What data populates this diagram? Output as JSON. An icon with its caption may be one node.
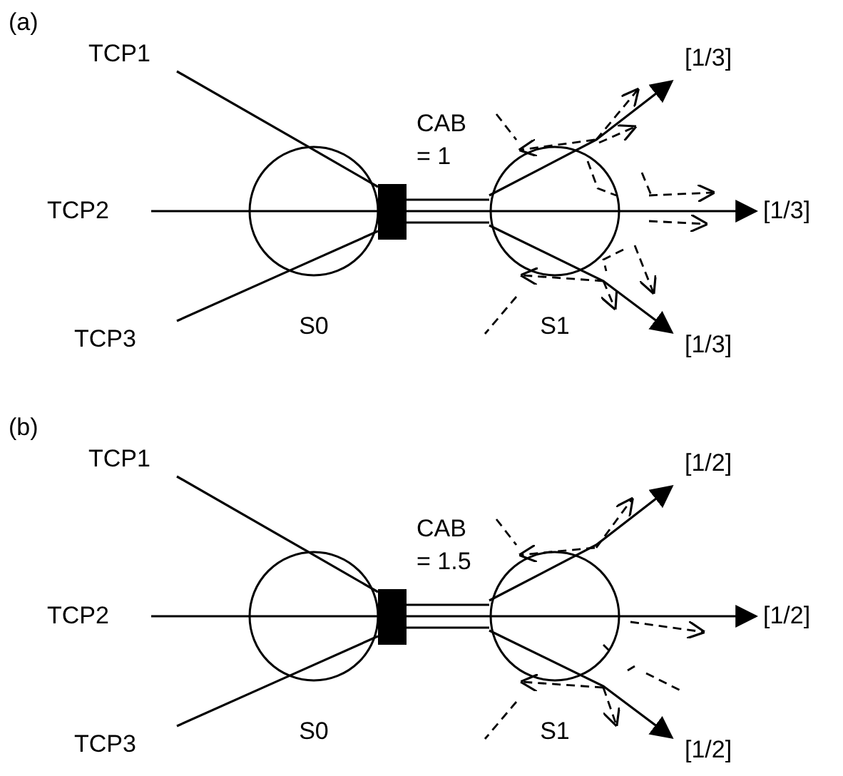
{
  "diagram": {
    "nodes": [
      {
        "text": [
          "TCP1"
        ]
      },
      {
        "text": [
          "TCP2"
        ]
      },
      {
        "text": [
          "TCP3"
        ]
      },
      {
        "text": [
          "S0"
        ]
      },
      {
        "text": [],
        "shape": "bar"
      },
      {
        "text": [
          "S1"
        ]
      },
      {
        "text": [
          "[1/3]"
        ]
      },
      {
        "text": [
          "[1/3]"
        ]
      },
      {
        "text": [
          "[1/3]"
        ]
      },
      {
        "text": [
          "TCP1"
        ]
      },
      {
        "text": [
          "TCP2"
        ]
      },
      {
        "text": [
          "TCP3"
        ]
      },
      {
        "text": [
          "S0"
        ]
      },
      {
        "text": [],
        "shape": "bar"
      },
      {
        "text": [
          "S1"
        ]
      },
      {
        "text": [
          "[1/2]"
        ]
      },
      {
        "text": [
          "[1/2]"
        ]
      },
      {
        "text": [
          "[1/2]"
        ]
      }
    ],
    "edges": [
      {
        "from": 0,
        "to": 3,
        "arrow": "none"
      },
      {
        "from": 1,
        "to": 3,
        "arrow": "none"
      },
      {
        "from": 2,
        "to": 3,
        "arrow": "none"
      },
      {
        "from": 4,
        "to": 5,
        "arrow": "none"
      },
      {
        "from": 4,
        "to": 5,
        "arrow": "none"
      },
      {
        "from": 4,
        "to": 5,
        "arrow": "none"
      },
      {
        "from": 5,
        "to": 6,
        "arrow": "to"
      },
      {
        "from": 5,
        "to": 7,
        "arrow": "to"
      },
      {
        "from": 5,
        "to": 8,
        "arrow": "to"
      },
      {
        "from": 9,
        "to": 12,
        "arrow": "none"
      },
      {
        "from": 10,
        "to": 12,
        "arrow": "none"
      },
      {
        "from": 11,
        "to": 12,
        "arrow": "none"
      },
      {
        "from": 13,
        "to": 14,
        "arrow": "none"
      },
      {
        "from": 13,
        "to": 14,
        "arrow": "none"
      },
      {
        "from": 13,
        "to": 14,
        "arrow": "none"
      },
      {
        "from": 14,
        "to": 15,
        "arrow": "to"
      },
      {
        "from": 14,
        "to": 16,
        "arrow": "to"
      },
      {
        "from": 14,
        "to": 17,
        "arrow": "to"
      }
    ],
    "labels": [
      "(a)",
      "CAB = 1",
      "(b)",
      "CAB = 1.5"
    ]
  }
}
